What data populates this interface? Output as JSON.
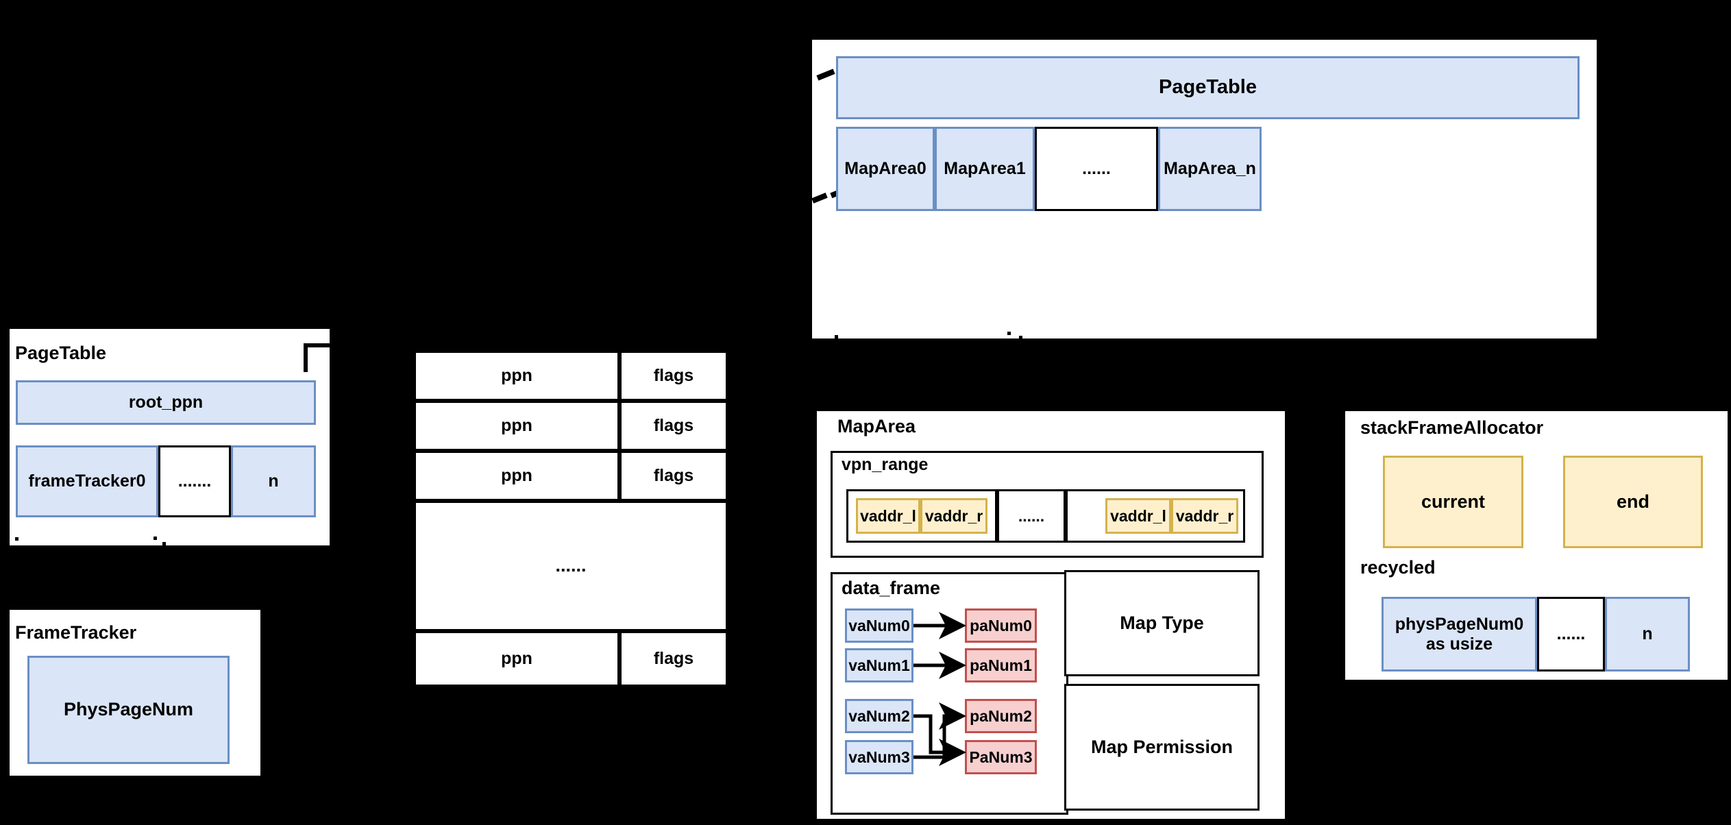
{
  "colors": {
    "background": "#000000",
    "panel": "#ffffff",
    "blue_fill": "#dae5f7",
    "blue_border": "#6b8fc4",
    "yellow_fill": "#fff0cd",
    "yellow_border": "#d4b24c",
    "red_fill": "#f7cfcf",
    "red_border": "#c0504d",
    "line": "#000000"
  },
  "page_table_top_panel": {
    "page_table_box": {
      "label": "PageTable"
    },
    "map_area_row": [
      {
        "label": "MapArea0",
        "style": "blue"
      },
      {
        "label": "MapArea1",
        "style": "blue"
      },
      {
        "label": "......",
        "style": "white"
      },
      {
        "label": "MapArea_n",
        "style": "blue"
      }
    ]
  },
  "page_table_struct_panel": {
    "title": "PageTable",
    "root_ppn": {
      "label": "root_ppn"
    },
    "frame_tracker_row": [
      {
        "label": "frameTracker0",
        "style": "blue"
      },
      {
        "label": ".......",
        "style": "white"
      },
      {
        "label": "n",
        "style": "blue"
      }
    ]
  },
  "frame_tracker_panel": {
    "title": "FrameTracker",
    "field": {
      "label": "PhysPageNum"
    }
  },
  "pte_table": {
    "rows": [
      {
        "ppn": "ppn",
        "flags": "flags",
        "kind": "entry"
      },
      {
        "ppn": "ppn",
        "flags": "flags",
        "kind": "entry"
      },
      {
        "ppn": "ppn",
        "flags": "flags",
        "kind": "entry"
      },
      {
        "ellipsis": "......",
        "kind": "ellipsis"
      },
      {
        "ppn": "ppn",
        "flags": "flags",
        "kind": "entry"
      }
    ]
  },
  "map_area_panel": {
    "title": "MapArea",
    "vpn_range": {
      "title": "vpn_range",
      "cells": [
        {
          "kind": "pair",
          "left": "vaddr_l",
          "right": "vaddr_r"
        },
        {
          "kind": "ellipsis",
          "label": "......"
        },
        {
          "kind": "pair",
          "left": "vaddr_l",
          "right": "vaddr_r"
        }
      ]
    },
    "data_frame": {
      "title": "data_frame",
      "mappings": [
        {
          "va": "vaNum0",
          "pa": "paNum0"
        },
        {
          "va": "vaNum1",
          "pa": "paNum1"
        },
        {
          "va": "vaNum2",
          "pa": "paNum2"
        },
        {
          "va": "vaNum3",
          "pa": "PaNum3"
        }
      ]
    },
    "map_type": {
      "label": "Map Type"
    },
    "map_permission": {
      "label": "Map Permission"
    }
  },
  "stack_frame_allocator_panel": {
    "title": "stackFrameAllocator",
    "current": {
      "label": "current"
    },
    "end": {
      "label": "end"
    },
    "recycled": {
      "title": "recycled",
      "cells": [
        {
          "label": "physPageNum0\nas usize",
          "line1": "physPageNum0",
          "line2": "as usize",
          "style": "blue"
        },
        {
          "label": "......",
          "style": "white"
        },
        {
          "label": "n",
          "style": "blue"
        }
      ]
    }
  }
}
